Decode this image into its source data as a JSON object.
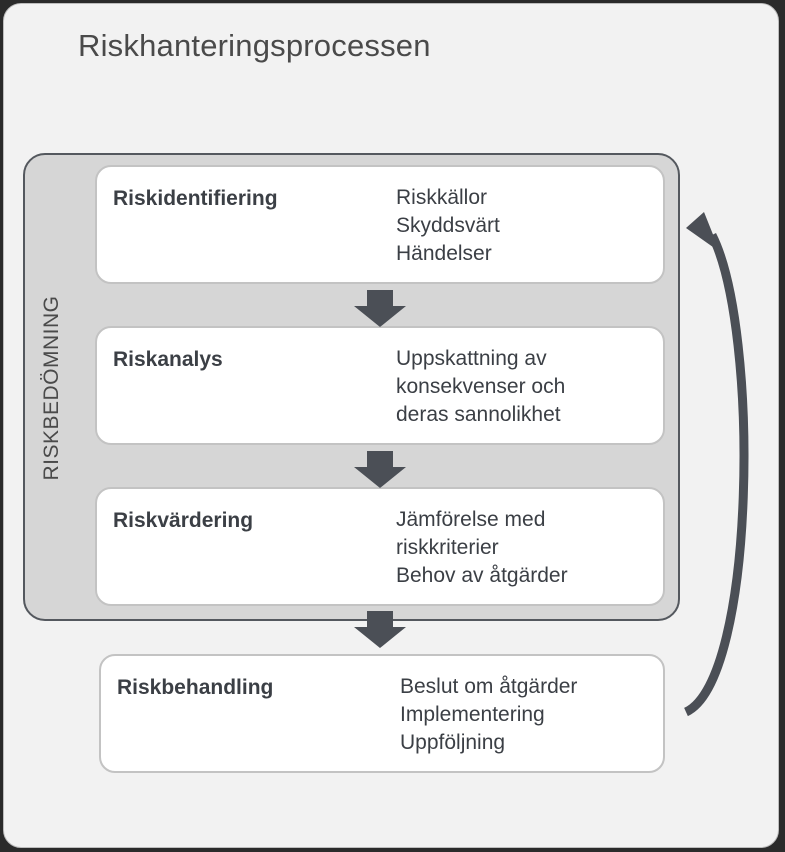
{
  "title": "Riskhanteringsprocessen",
  "group_label": "RISKBEDÖMNING",
  "steps": [
    {
      "name": "Riskidentifiering",
      "lines": [
        "Riskkällor",
        "Skyddsvärt",
        "Händelser"
      ]
    },
    {
      "name": "Riskanalys",
      "lines": [
        "Uppskattning av",
        "konsekvenser och",
        "deras sannolikhet"
      ]
    },
    {
      "name": "Riskvärdering",
      "lines": [
        "Jämförelse med",
        "riskkriterier",
        "Behov av åtgärder"
      ]
    },
    {
      "name": "Riskbehandling",
      "lines": [
        "Beslut om åtgärder",
        "Implementering",
        "Uppföljning"
      ]
    }
  ],
  "colors": {
    "arrow": "#4b4f56",
    "group_fill": "#d6d6d6",
    "panel_fill": "#f2f2f2",
    "box_fill": "#ffffff"
  }
}
